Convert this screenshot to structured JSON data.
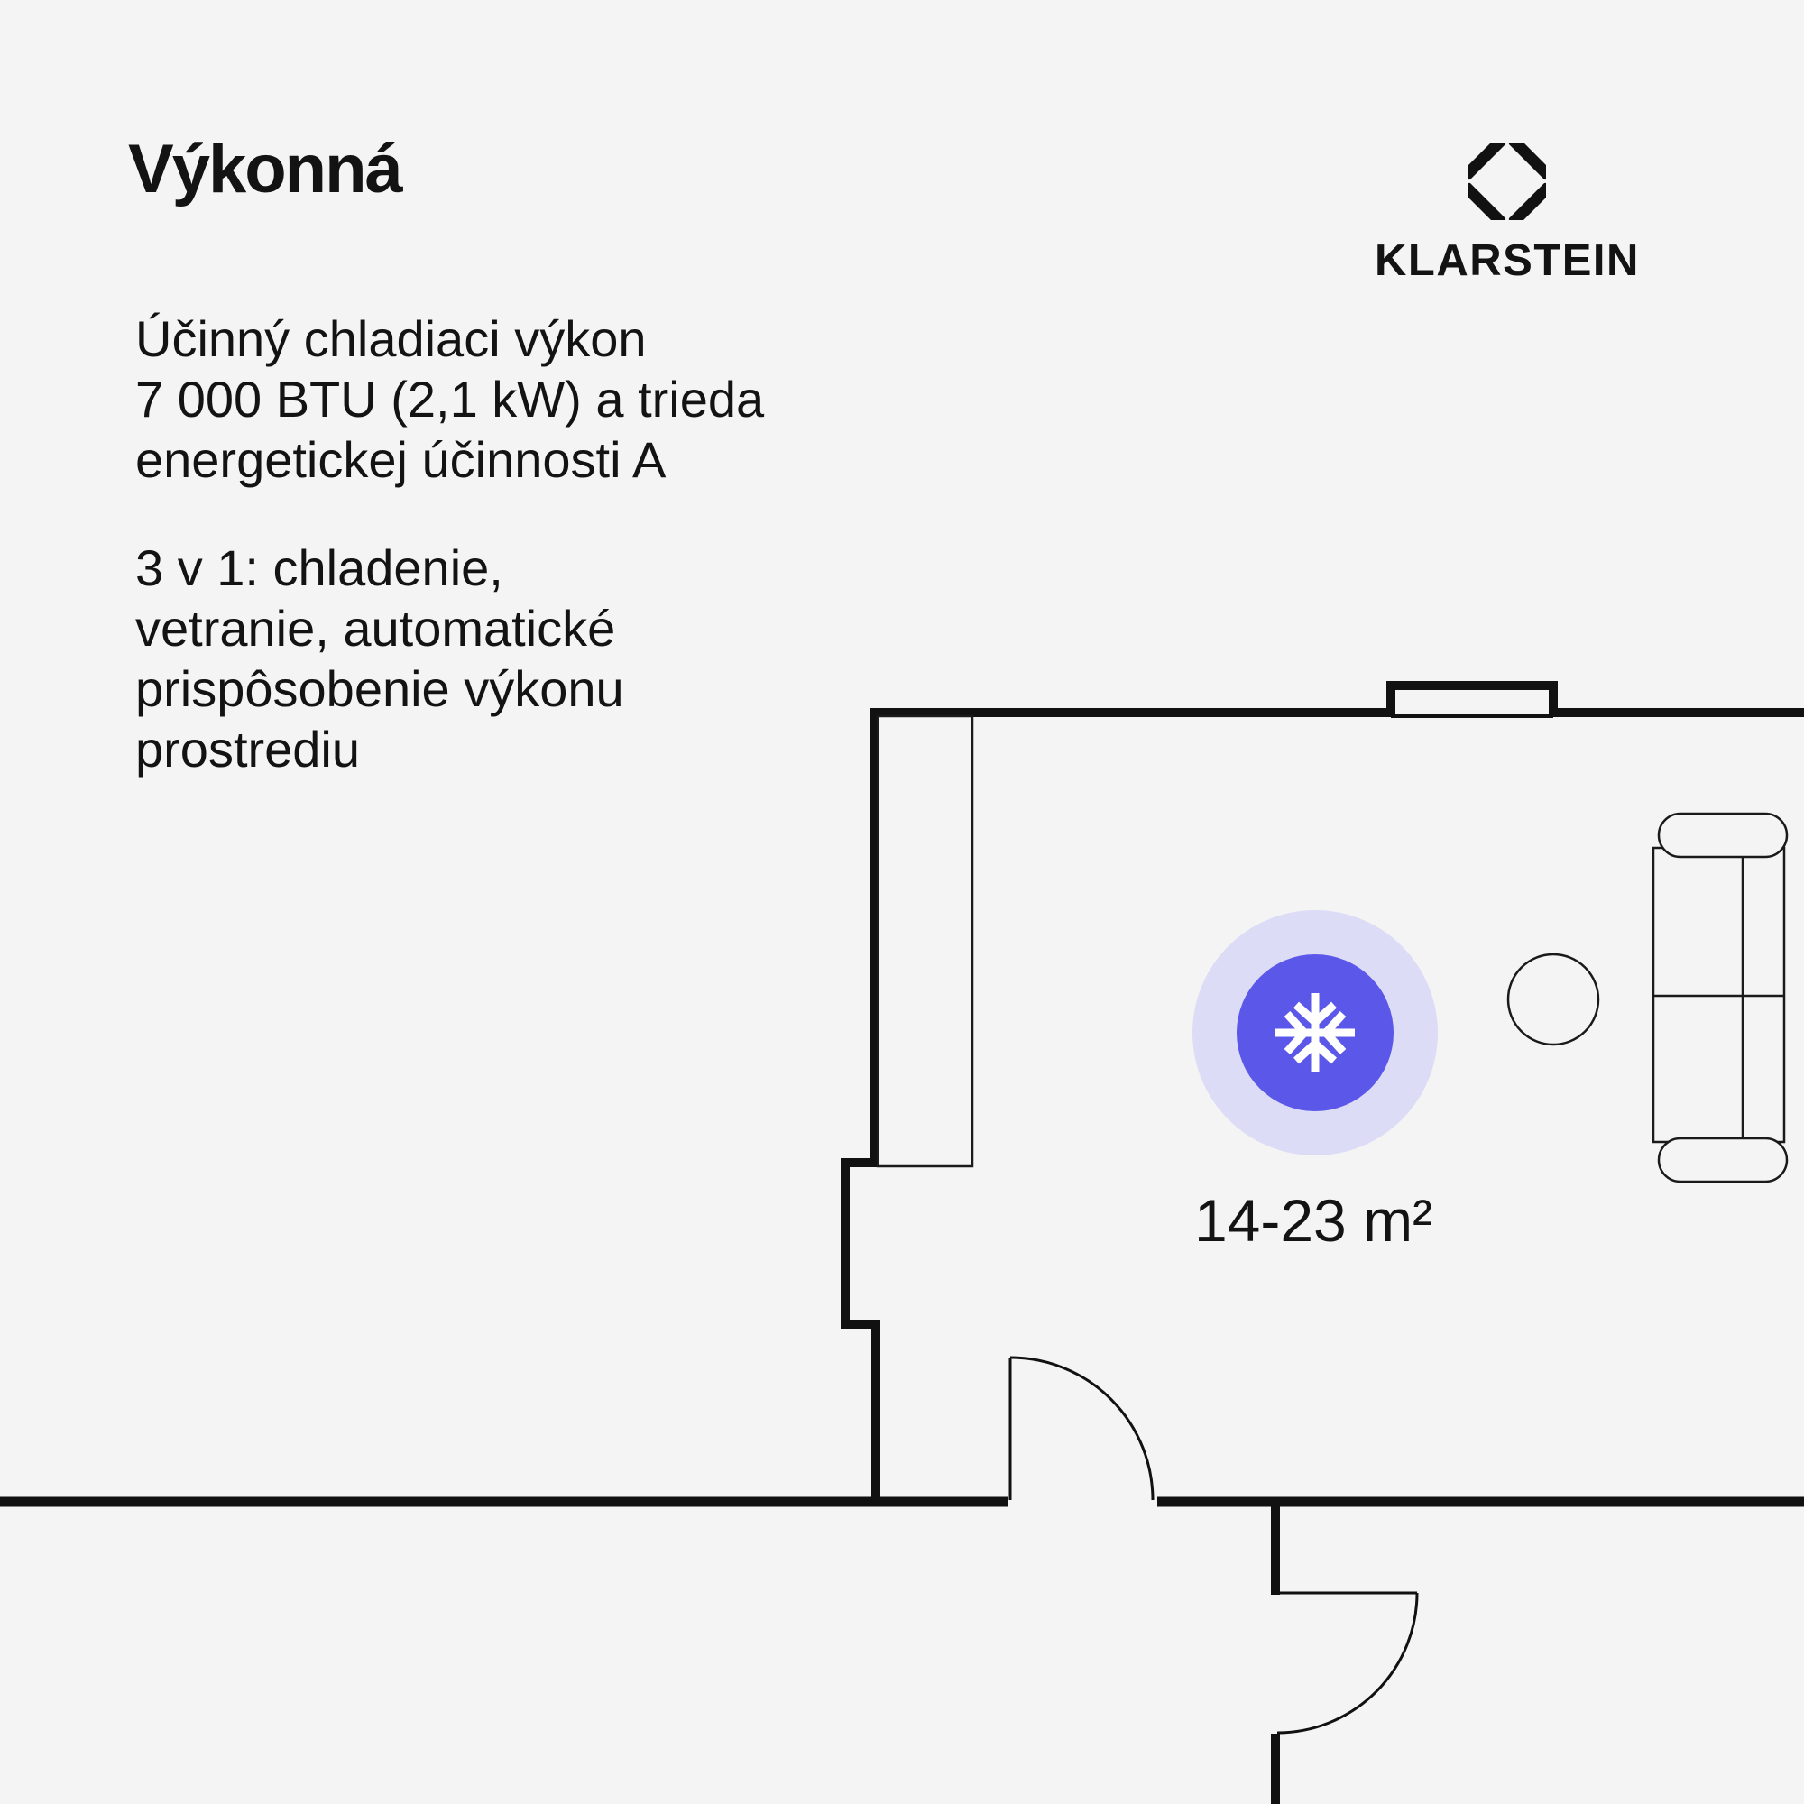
{
  "colors": {
    "background": "#f4f4f4",
    "ink": "#131313",
    "wall": "#111111",
    "accent_purple": "#5b58e9",
    "accent_halo": "#dcdcf6",
    "snowflake": "#ffffff"
  },
  "header": {
    "title": "Výkonná"
  },
  "body_copy": {
    "paragraph_cooling": "Účinný chladiaci výkon\n7 000 BTU (2,1 kW) a trieda\nenergetickej účinnosti A",
    "paragraph_3in1": "3 v 1: chladenie,\nvetranie, automatické\nprispôsobenie výkonu\nprostrediu"
  },
  "brand": {
    "wordmark": "KLARSTEIN",
    "logo_icon": "klarstein-octagon-diamond-icon"
  },
  "floor_plan": {
    "area_range_label": "14-23 m²",
    "badge_icon": "snowflake-icon",
    "elements": [
      "walls",
      "window",
      "swing-door-top",
      "swing-door-bottom",
      "sofa",
      "side-table",
      "cooling-badge"
    ]
  }
}
